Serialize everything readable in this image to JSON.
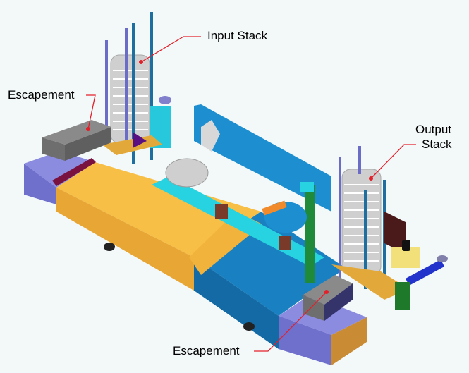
{
  "diagram": {
    "subject": "Robotic workcell CAD rendering with input and output part stacks",
    "background_color": "#f3f8f9",
    "callout_color": "#e3202a",
    "labels": {
      "input_stack": "Input Stack",
      "escapement_top": "Escapement",
      "output_stack_line1": "Output",
      "output_stack_line2": "Stack",
      "escapement_bottom": "Escapement"
    },
    "part_colors": {
      "yellow_deck": "#f5b93a",
      "blue_body": "#1a78b8",
      "blue_panel": "#1d8fd0",
      "lavender_block": "#7e7ed6",
      "gray_escapement": "#7f7f7f",
      "stack_gray": "#cfcfcf",
      "rod_blue": "#1f6ea0",
      "rod_purple": "#6b6bc8",
      "cyan_rail": "#27d3e0",
      "green_post": "#1e8a3a",
      "gold_bracket": "#e2a93a",
      "maroon_strip": "#7a1240",
      "orange_pin": "#f08a2a"
    }
  }
}
